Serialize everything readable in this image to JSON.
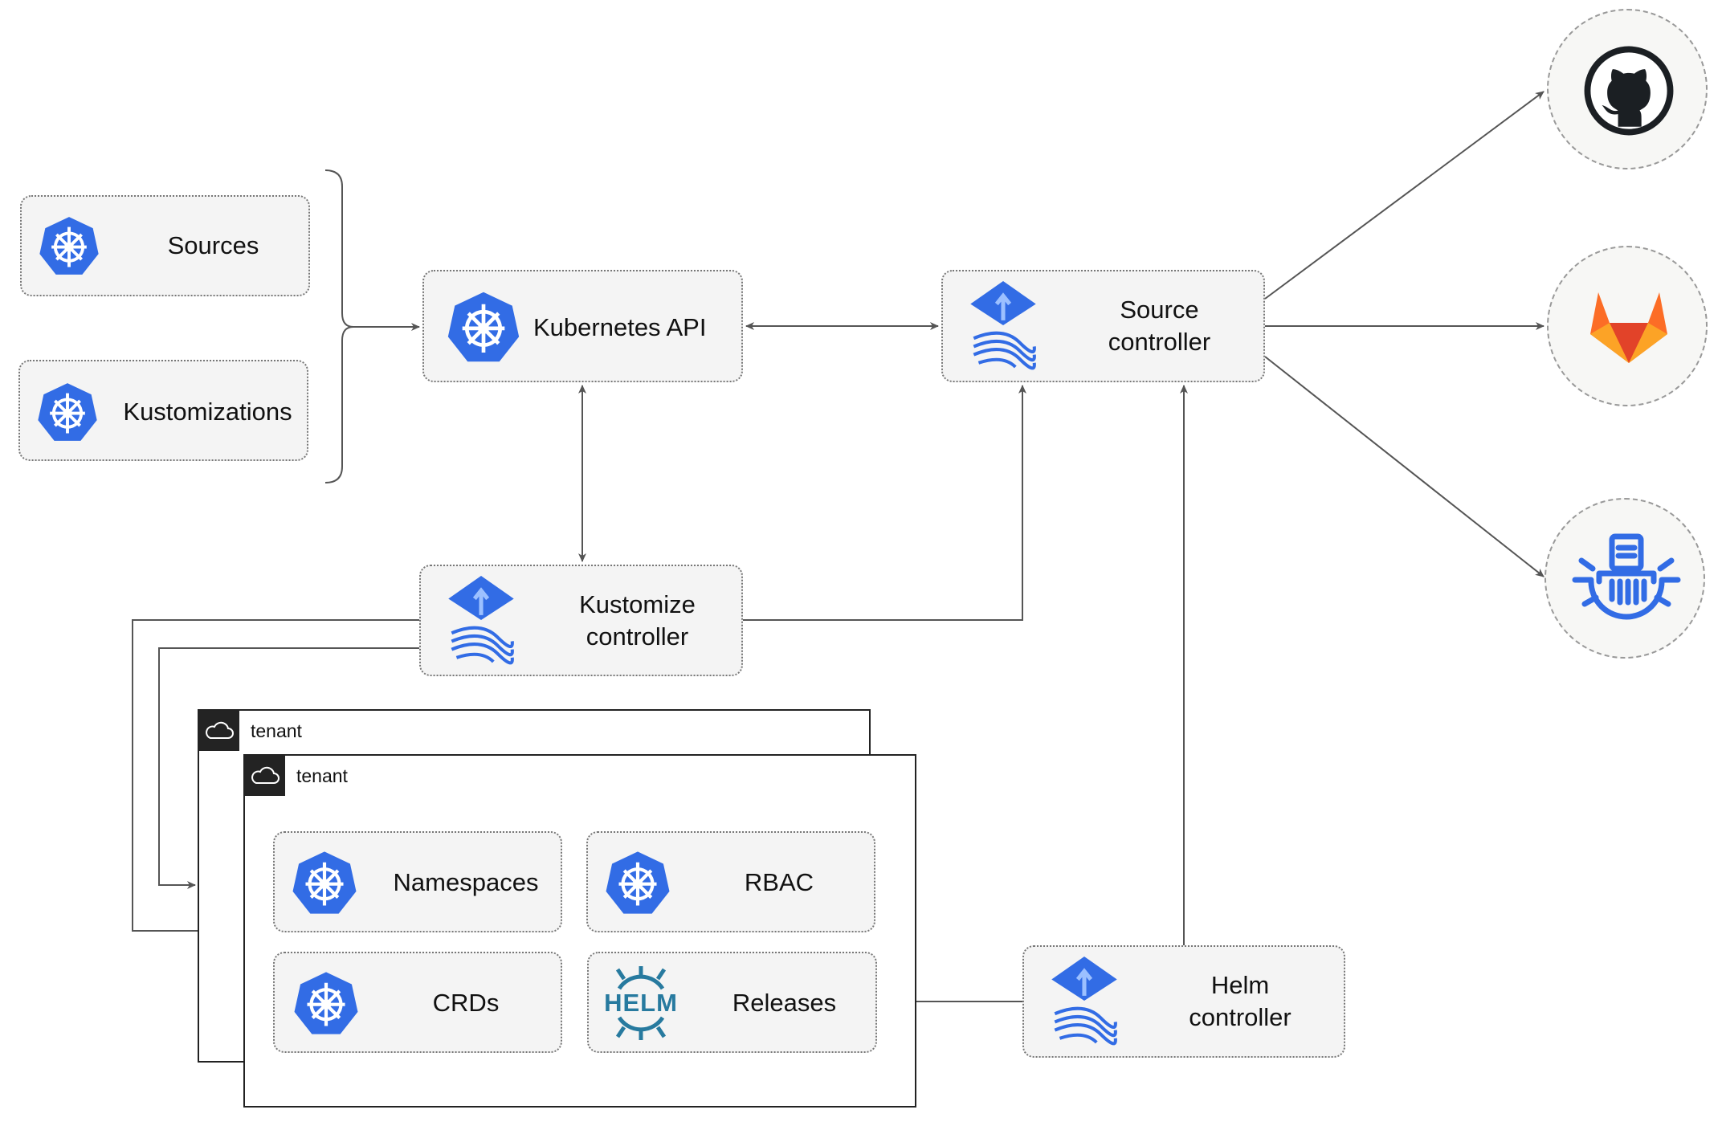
{
  "nodes": {
    "sources": "Sources",
    "kustomizations": "Kustomizations",
    "kubernetes_api": "Kubernetes API",
    "source_controller": [
      "Source",
      "controller"
    ],
    "kustomize_controller": [
      "Kustomize",
      "controller"
    ],
    "helm_controller": [
      "Helm",
      "controller"
    ],
    "namespaces": "Namespaces",
    "rbac": "RBAC",
    "crds": "CRDs",
    "releases": "Releases"
  },
  "tenants": [
    "tenant",
    "tenant"
  ],
  "helm_logo_text": "HELM",
  "external": [
    "github-icon",
    "gitlab-icon",
    "container-registry-icon"
  ],
  "colors": {
    "k8s_blue": "#326ce5",
    "helm_blue": "#277a9f",
    "gitlab_orange": "#fc6d26",
    "github_dark": "#1b1f23"
  }
}
